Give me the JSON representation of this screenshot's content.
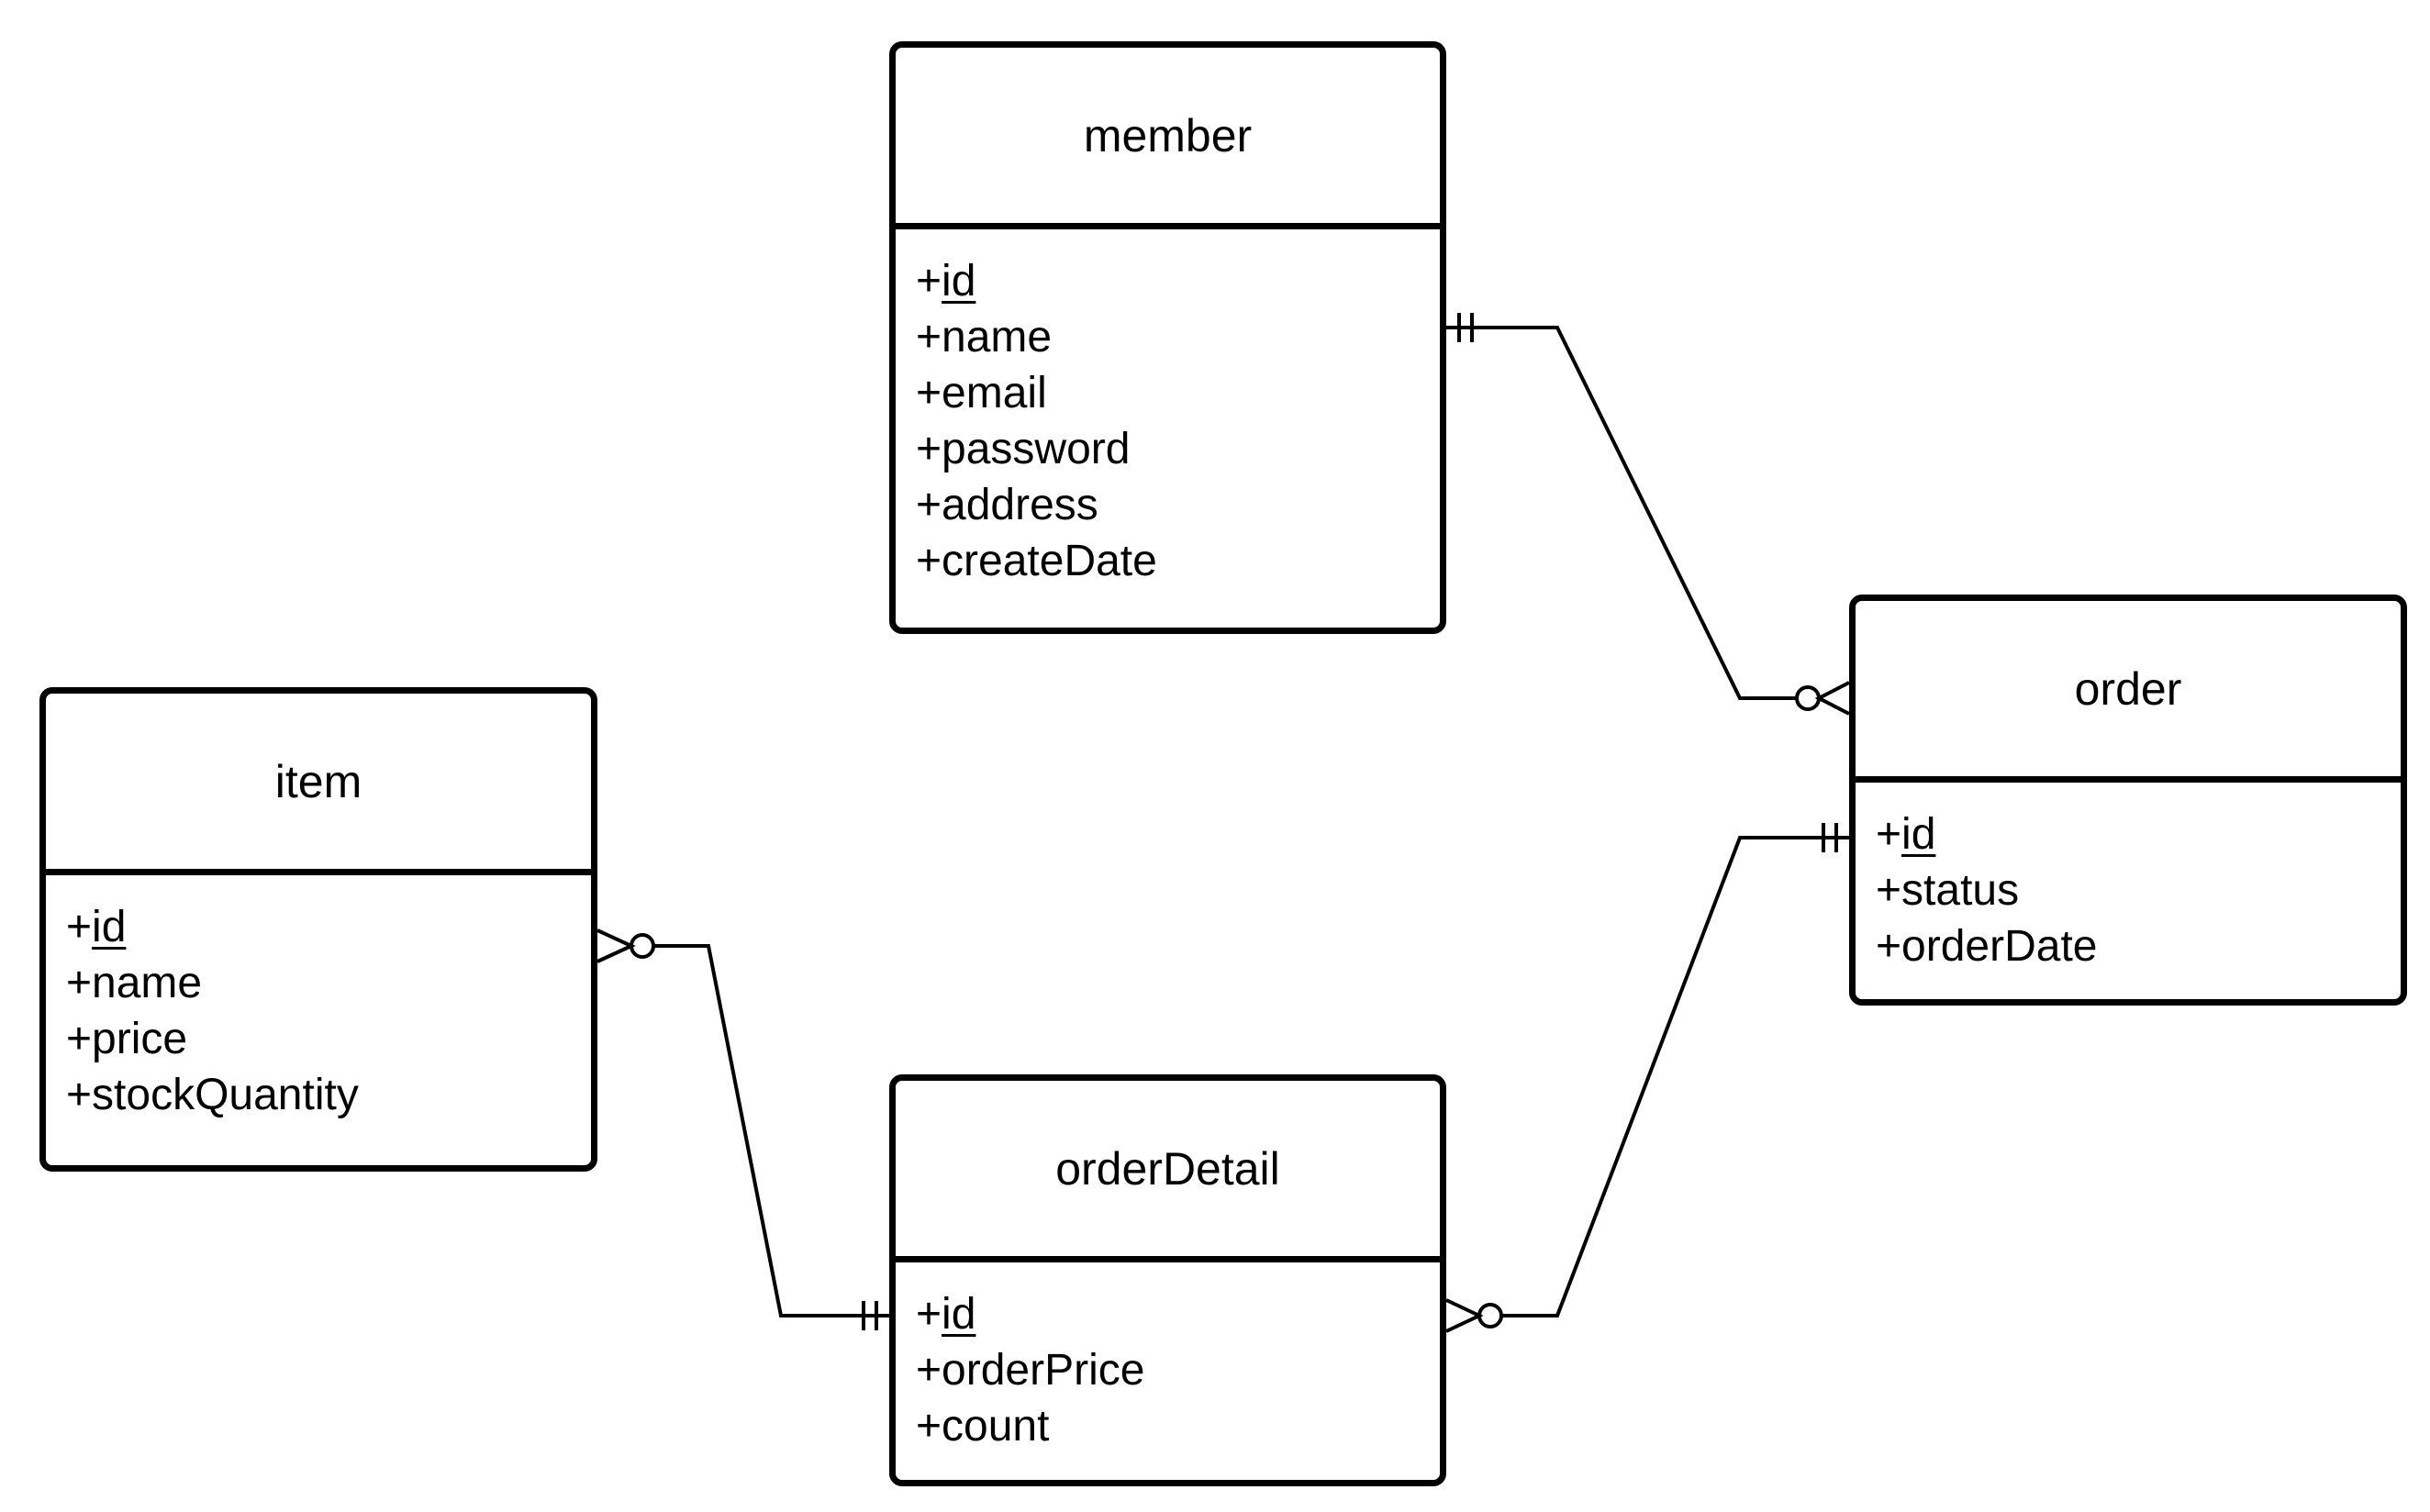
{
  "diagram": {
    "entities": {
      "member": {
        "title": "member",
        "attributes": [
          {
            "prefix": "+",
            "name": "id",
            "primary_key": true
          },
          {
            "prefix": "+",
            "name": "name",
            "primary_key": false
          },
          {
            "prefix": "+",
            "name": "email",
            "primary_key": false
          },
          {
            "prefix": "+",
            "name": "password",
            "primary_key": false
          },
          {
            "prefix": "+",
            "name": "address",
            "primary_key": false
          },
          {
            "prefix": "+",
            "name": "createDate",
            "primary_key": false
          }
        ]
      },
      "order": {
        "title": "order",
        "attributes": [
          {
            "prefix": "+",
            "name": "id",
            "primary_key": true
          },
          {
            "prefix": "+",
            "name": "status",
            "primary_key": false
          },
          {
            "prefix": "+",
            "name": "orderDate",
            "primary_key": false
          }
        ]
      },
      "item": {
        "title": "item",
        "attributes": [
          {
            "prefix": "+",
            "name": "id",
            "primary_key": true
          },
          {
            "prefix": "+",
            "name": "name",
            "primary_key": false
          },
          {
            "prefix": "+",
            "name": "price",
            "primary_key": false
          },
          {
            "prefix": "+",
            "name": "stockQuantity",
            "primary_key": false
          }
        ]
      },
      "orderDetail": {
        "title": "orderDetail",
        "attributes": [
          {
            "prefix": "+",
            "name": "id",
            "primary_key": true
          },
          {
            "prefix": "+",
            "name": "orderPrice",
            "primary_key": false
          },
          {
            "prefix": "+",
            "name": "count",
            "primary_key": false
          }
        ]
      }
    },
    "relationships": [
      {
        "from": "member",
        "from_cardinality": "exactly-one",
        "to": "order",
        "to_cardinality": "zero-or-many"
      },
      {
        "from": "order",
        "from_cardinality": "exactly-one",
        "to": "orderDetail",
        "to_cardinality": "zero-or-many"
      },
      {
        "from": "orderDetail",
        "from_cardinality": "exactly-one",
        "to": "item",
        "to_cardinality": "zero-or-many"
      }
    ],
    "colors": {
      "line": "#000000",
      "background": "#ffffff"
    }
  }
}
